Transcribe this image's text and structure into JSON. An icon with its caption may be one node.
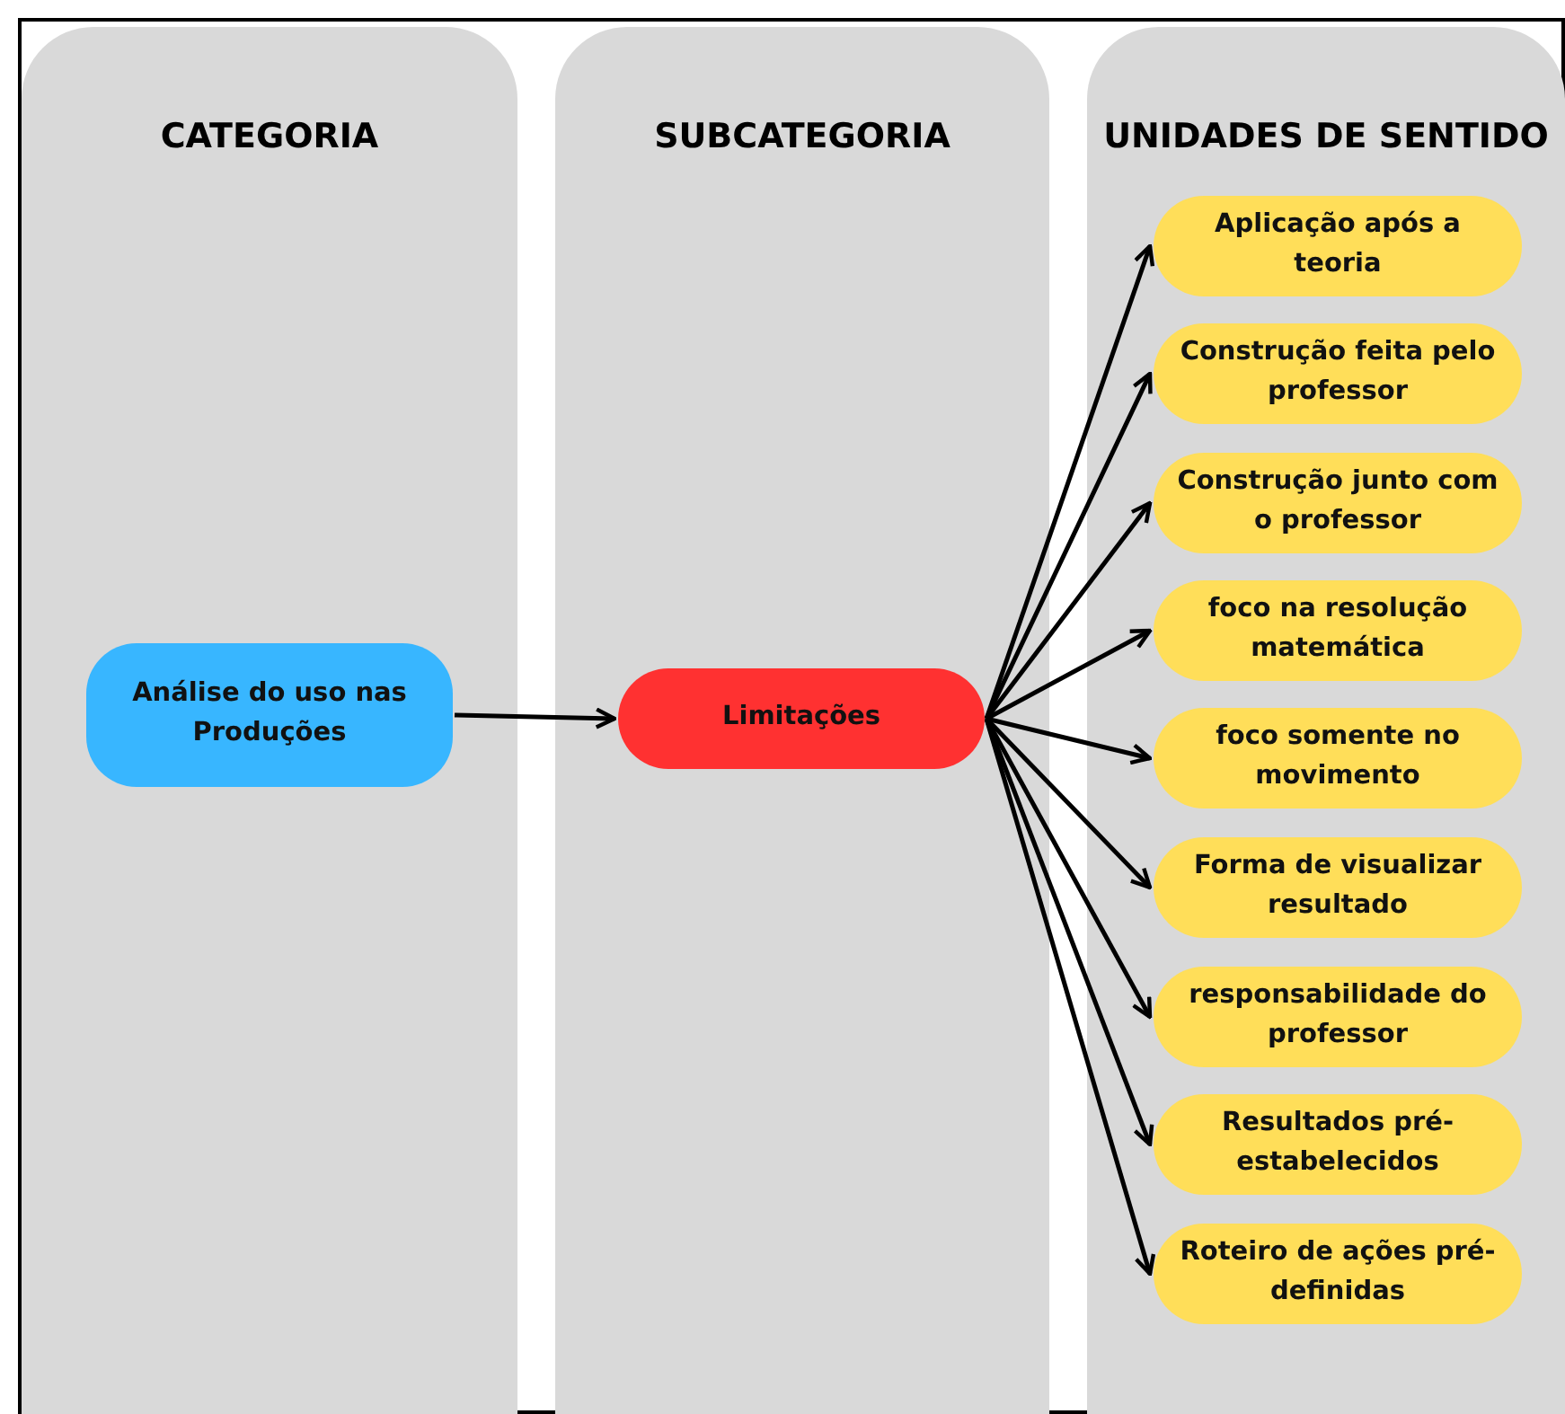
{
  "diagram": {
    "nodes": [
      {
        "text": [
          "CATEGORIA"
        ]
      },
      {
        "text": [
          "SUBCATEGORIA"
        ]
      },
      {
        "text": [
          "UNIDADES DE SENTIDO"
        ]
      },
      {
        "text": [
          "Análise do uso nas Produções"
        ],
        "in": 0
      },
      {
        "text": [
          "Limitações"
        ],
        "in": 1
      },
      {
        "text": [
          "Aplicação após a teoria"
        ],
        "in": 2
      },
      {
        "text": [
          "Construção feita pelo professor"
        ],
        "in": 2
      },
      {
        "text": [
          "Construção junto com o professor"
        ],
        "in": 2
      },
      {
        "text": [
          "foco na resolução matemática"
        ],
        "in": 2
      },
      {
        "text": [
          "foco somente no movimento"
        ],
        "in": 2
      },
      {
        "text": [
          "Forma de visualizar resultado"
        ],
        "in": 2
      },
      {
        "text": [
          "responsabilidade do professor"
        ],
        "in": 2
      },
      {
        "text": [
          "Resultados pré-estabelecidos"
        ],
        "in": 2
      },
      {
        "text": [
          "Roteiro de ações pré-definidas"
        ],
        "in": 2
      }
    ],
    "edges": [
      {
        "from": 3,
        "to": 4,
        "arrow": "to"
      },
      {
        "from": 4,
        "to": 5,
        "arrow": "to"
      },
      {
        "from": 4,
        "to": 6,
        "arrow": "to"
      },
      {
        "from": 4,
        "to": 7,
        "arrow": "to"
      },
      {
        "from": 4,
        "to": 8,
        "arrow": "to"
      },
      {
        "from": 4,
        "to": 9,
        "arrow": "to"
      },
      {
        "from": 4,
        "to": 10,
        "arrow": "to"
      },
      {
        "from": 4,
        "to": 11,
        "arrow": "to"
      },
      {
        "from": 4,
        "to": 12,
        "arrow": "to"
      },
      {
        "from": 4,
        "to": 13,
        "arrow": "to"
      }
    ]
  }
}
